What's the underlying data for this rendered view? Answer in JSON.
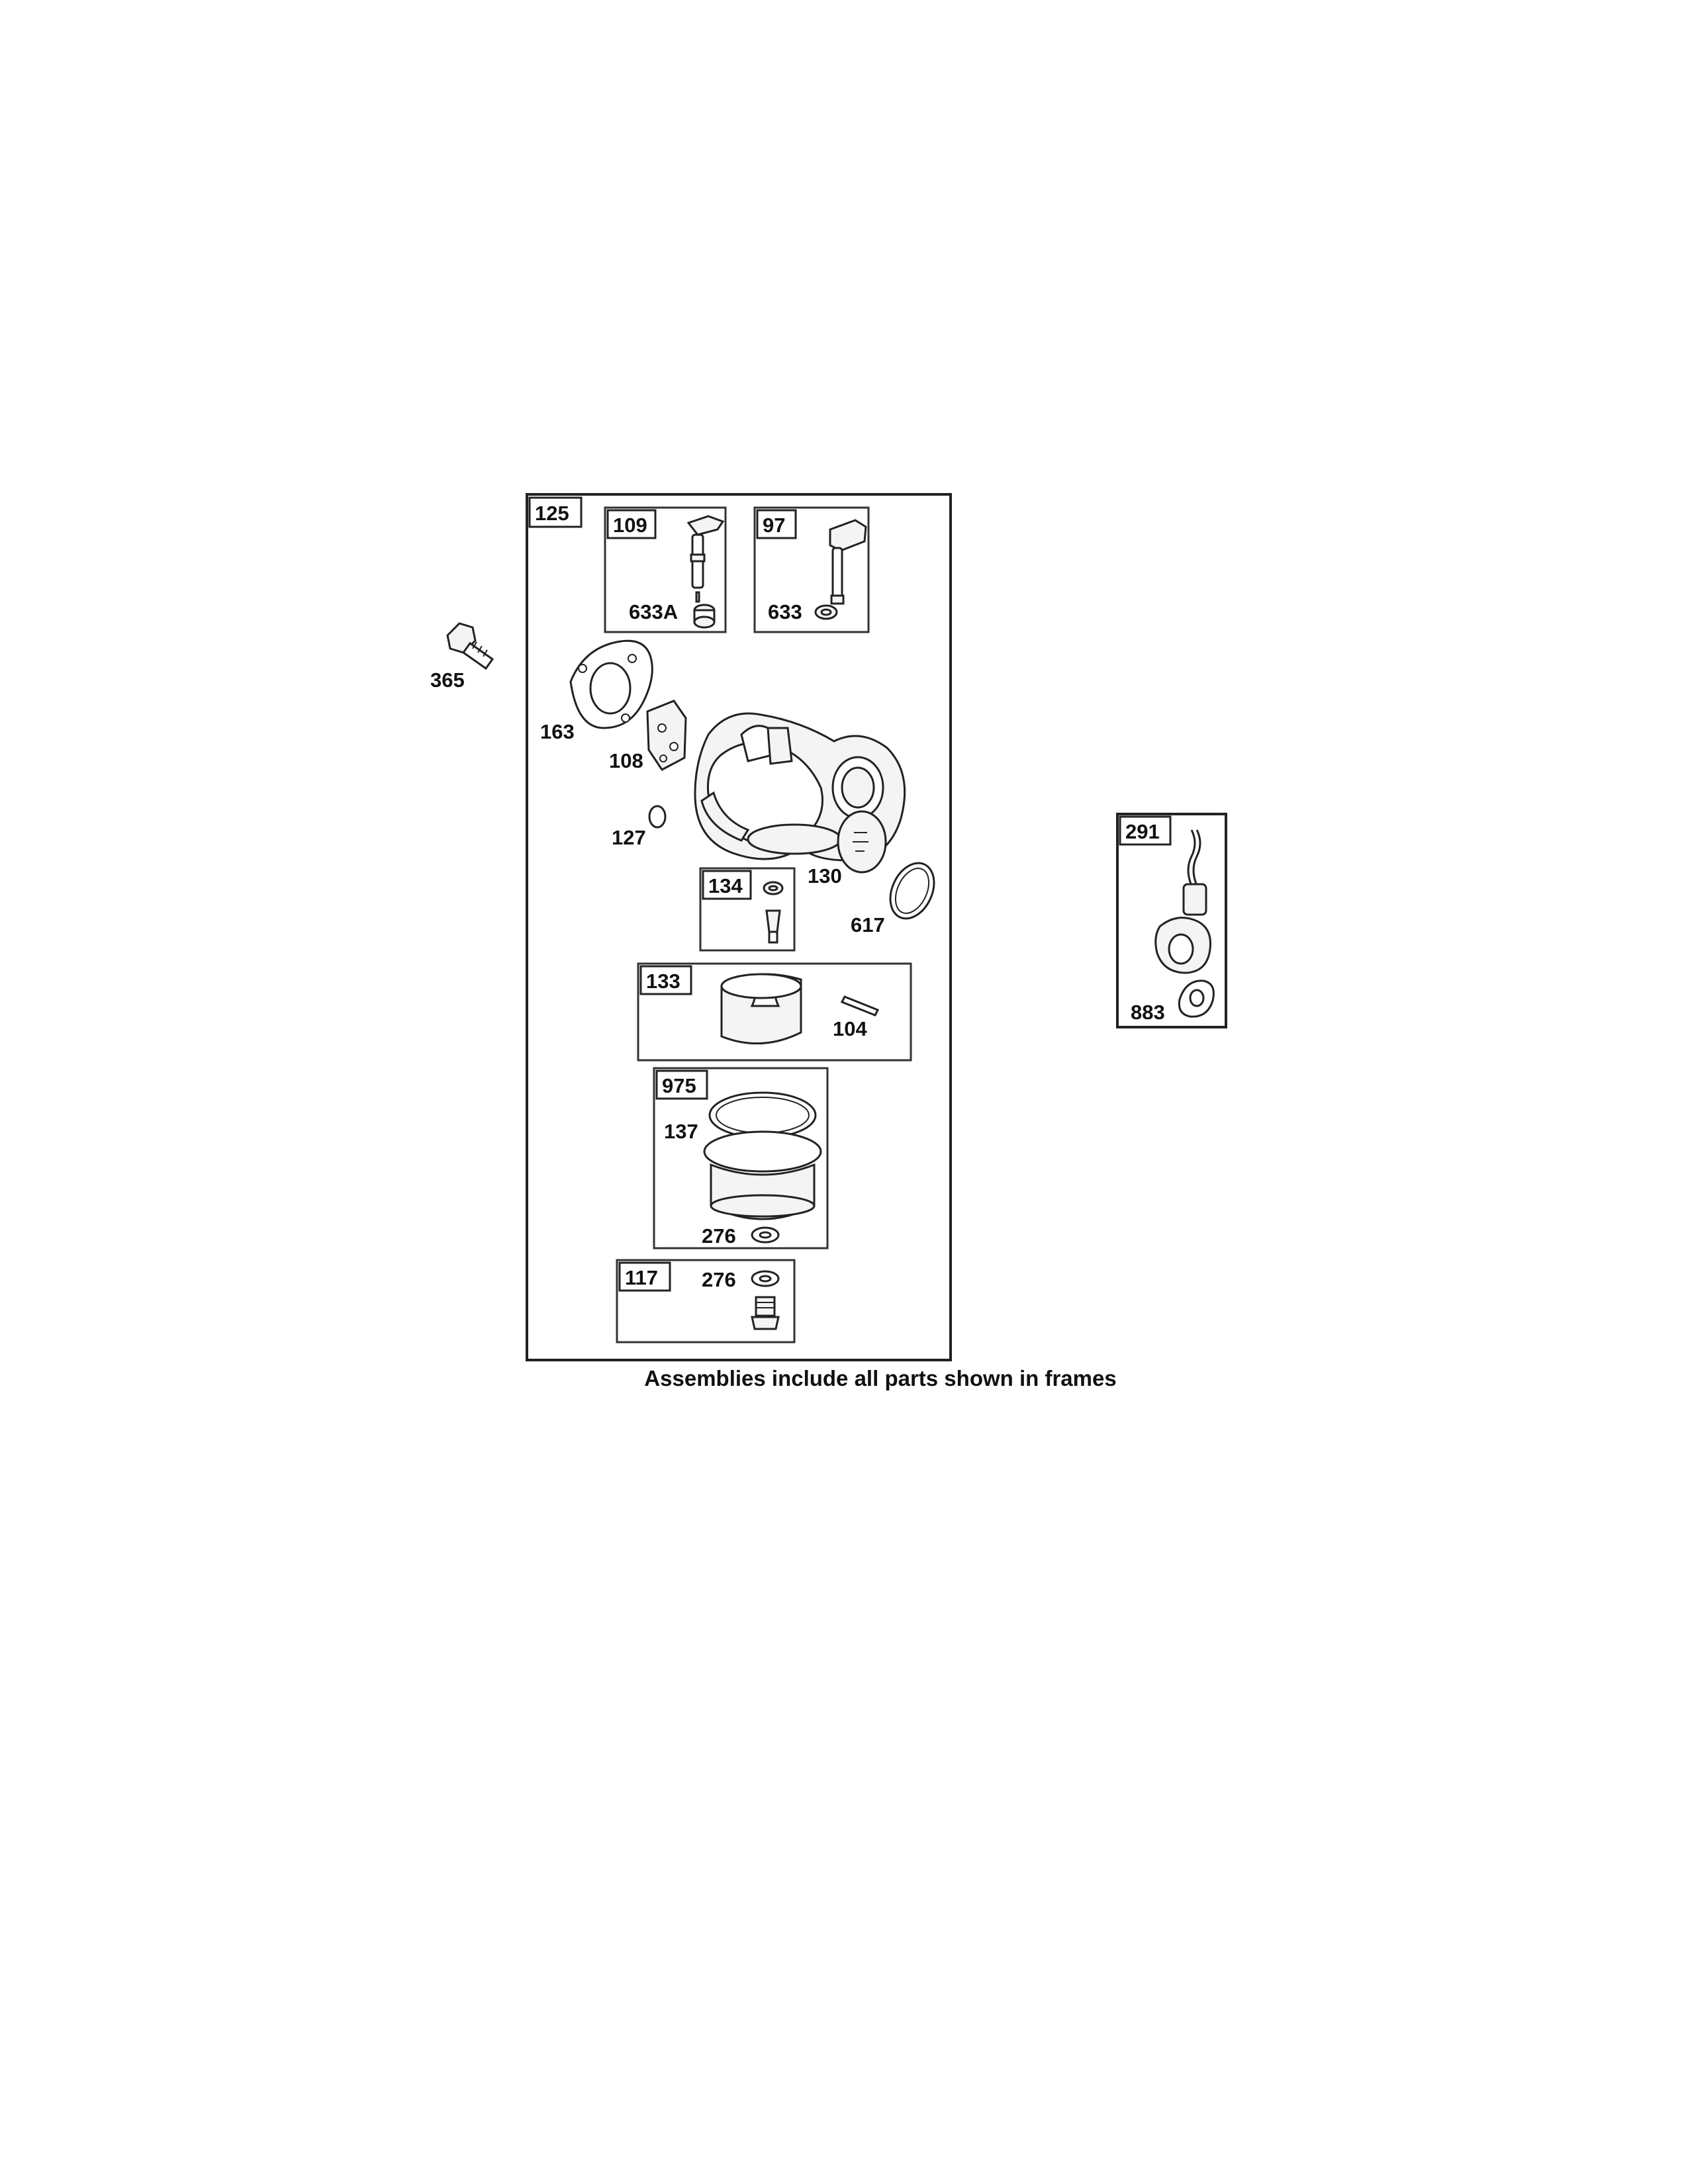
{
  "caption": "Assemblies include all parts shown in frames",
  "assemblies": {
    "a125": "125",
    "a109": "109",
    "a97": "97",
    "a134": "134",
    "a133": "133",
    "a975": "975",
    "a117": "117",
    "a291": "291"
  },
  "parts": {
    "p365": "365",
    "p633A": "633A",
    "p633": "633",
    "p163": "163",
    "p108": "108",
    "p127": "127",
    "p130": "130",
    "p617": "617",
    "p104": "104",
    "p137": "137",
    "p276a": "276",
    "p276b": "276",
    "p883": "883"
  }
}
